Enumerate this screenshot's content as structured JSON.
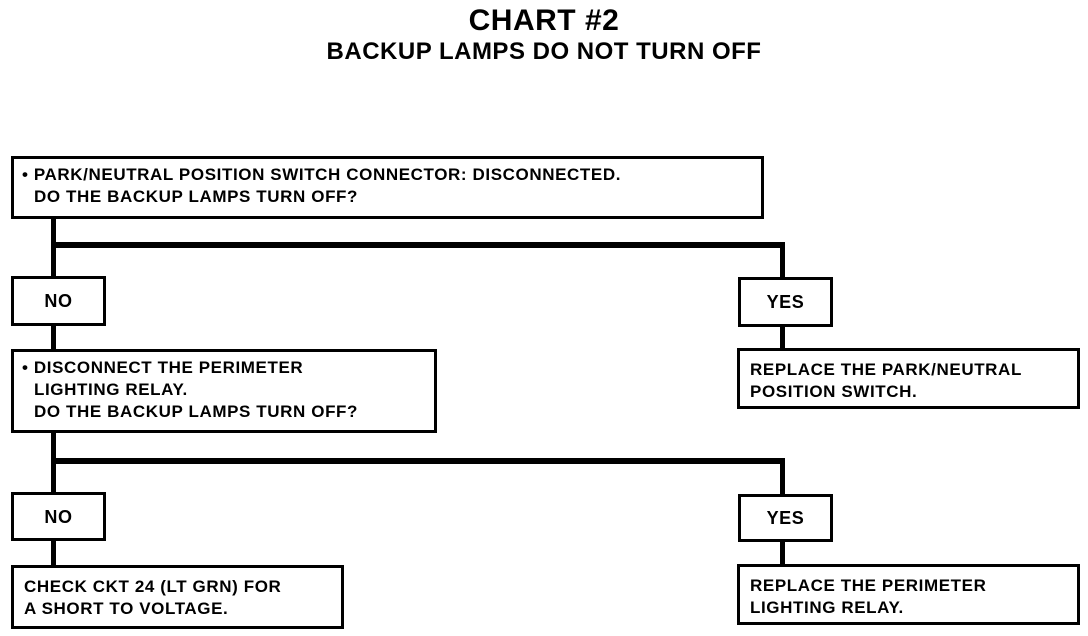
{
  "title": "CHART #2",
  "subtitle": "BACKUP LAMPS DO NOT TURN OFF",
  "steps": [
    {
      "lines": [
        "• PARK/NEUTRAL POSITION SWITCH CONNECTOR: DISCONNECTED.",
        "  DO THE BACKUP LAMPS TURN OFF?"
      ],
      "no_label": "NO",
      "yes_label": "YES",
      "yes_result": [
        "REPLACE THE PARK/NEUTRAL",
        "POSITION SWITCH."
      ]
    },
    {
      "lines": [
        "• DISCONNECT THE PERIMETER",
        "  LIGHTING RELAY.",
        "  DO THE BACKUP LAMPS TURN OFF?"
      ],
      "no_label": "NO",
      "yes_label": "YES",
      "yes_result": [
        "REPLACE THE PERIMETER",
        "LIGHTING RELAY."
      ],
      "no_result": [
        "CHECK CKT 24 (LT GRN) FOR",
        "A SHORT TO VOLTAGE."
      ]
    }
  ]
}
